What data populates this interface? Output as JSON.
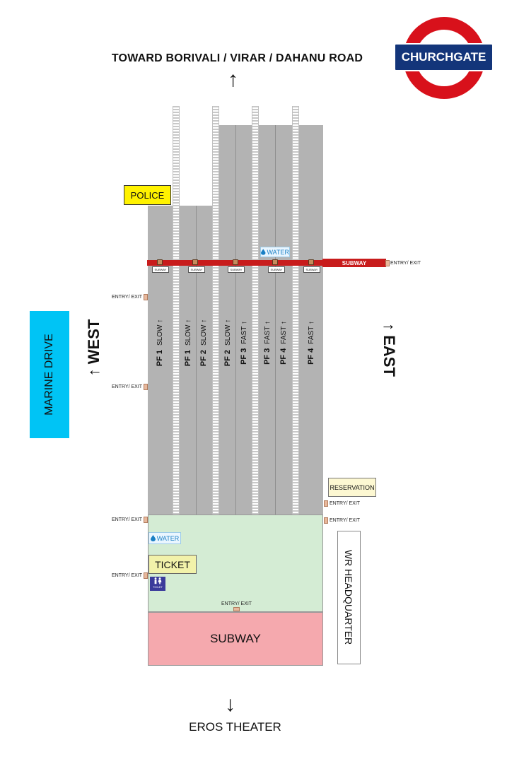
{
  "logo": {
    "text": "CHURCHGATE",
    "ring_color": "#d8111b",
    "bar_color": "#13357a"
  },
  "directions": {
    "top": "TOWARD BORIVALI / VIRAR / DAHANU ROAD",
    "top_arrow": "↑",
    "bottom": "EROS THEATER",
    "bottom_arrow": "↓",
    "west": "↑ WEST",
    "east": "↑ EAST"
  },
  "areas": {
    "marine_drive": "MARINE DRIVE",
    "police": "POLICE",
    "water": "WATER",
    "subway_strip": "SUBWAY",
    "subway_tag": "SUBWAY",
    "ticket": "TICKET",
    "toilet": "TOILET",
    "reservation": "RESERVATION",
    "subway_main": "SUBWAY",
    "wr_headquarter": "WR HEADQUARTER",
    "water_drop_icon": "water-drop-icon",
    "toilet_icon": "toilet-icon"
  },
  "entry_exit": {
    "label_left": "ENTRY/ EXIT",
    "label_right": "ENTRY/ EXIT",
    "label_bottom": "ENTRY/ EXIT",
    "label_subway_east": "ENTRY/ EXIT"
  },
  "platform_labels": [
    {
      "pf": "PF 1",
      "dir": "SLOW ↑"
    },
    {
      "pf": "PF 1",
      "dir": "SLOW ↑"
    },
    {
      "pf": "PF 2",
      "dir": "SLOW ↑"
    },
    {
      "pf": "PF 2",
      "dir": "SLOW ↑"
    },
    {
      "pf": "PF 3",
      "dir": "FAST ↑"
    },
    {
      "pf": "PF 3",
      "dir": "FAST ↑"
    },
    {
      "pf": "PF 4",
      "dir": "FAST ↑"
    },
    {
      "pf": "PF 4",
      "dir": "FAST ↑"
    }
  ],
  "colors": {
    "platform": "#b3b3b3",
    "subway_strip": "#c81c1c",
    "concourse": "#d4ecd4",
    "subway_box": "#f5a9ae",
    "marine_drive": "#00c4f5",
    "police": "#fff200"
  }
}
